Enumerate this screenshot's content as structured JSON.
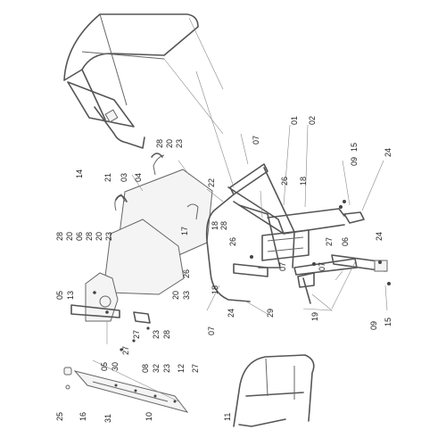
{
  "callouts": [
    {
      "id": "c14",
      "text": "14"
    },
    {
      "id": "c07a",
      "text": "07"
    },
    {
      "id": "c01",
      "text": "01"
    },
    {
      "id": "c02",
      "text": "02"
    },
    {
      "id": "c15a",
      "text": "15"
    },
    {
      "id": "c09a",
      "text": "09"
    },
    {
      "id": "c24a",
      "text": "24"
    },
    {
      "id": "c28a",
      "text": "28"
    },
    {
      "id": "c20a",
      "text": "20"
    },
    {
      "id": "c23a",
      "text": "23"
    },
    {
      "id": "c21",
      "text": "21"
    },
    {
      "id": "c03",
      "text": "03"
    },
    {
      "id": "c04",
      "text": "04"
    },
    {
      "id": "c22",
      "text": "22"
    },
    {
      "id": "c26a",
      "text": "26"
    },
    {
      "id": "c18a",
      "text": "18"
    },
    {
      "id": "c18b",
      "text": "18"
    },
    {
      "id": "c28b",
      "text": "28"
    },
    {
      "id": "c26b",
      "text": "26"
    },
    {
      "id": "c17",
      "text": "17"
    },
    {
      "id": "c28c",
      "text": "28"
    },
    {
      "id": "c20b",
      "text": "20"
    },
    {
      "id": "c06a",
      "text": "06"
    },
    {
      "id": "c28d",
      "text": "28"
    },
    {
      "id": "c20c",
      "text": "20"
    },
    {
      "id": "c23b",
      "text": "23"
    },
    {
      "id": "c27a",
      "text": "27"
    },
    {
      "id": "c06b",
      "text": "06"
    },
    {
      "id": "c24b",
      "text": "24"
    },
    {
      "id": "c07b",
      "text": "07"
    },
    {
      "id": "c07c",
      "text": "07"
    },
    {
      "id": "c26c",
      "text": "26"
    },
    {
      "id": "c18c",
      "text": "18"
    },
    {
      "id": "c05a",
      "text": "05"
    },
    {
      "id": "c13",
      "text": "13"
    },
    {
      "id": "c20d",
      "text": "20"
    },
    {
      "id": "c33",
      "text": "33"
    },
    {
      "id": "c07d",
      "text": "07"
    },
    {
      "id": "c24c",
      "text": "24"
    },
    {
      "id": "c29",
      "text": "29"
    },
    {
      "id": "c19",
      "text": "19"
    },
    {
      "id": "c09b",
      "text": "09"
    },
    {
      "id": "c15b",
      "text": "15"
    },
    {
      "id": "c27b",
      "text": "27"
    },
    {
      "id": "c23c",
      "text": "23"
    },
    {
      "id": "c28e",
      "text": "28"
    },
    {
      "id": "c05b",
      "text": "05"
    },
    {
      "id": "c30",
      "text": "30"
    },
    {
      "id": "c27c",
      "text": "27"
    },
    {
      "id": "c08",
      "text": "08"
    },
    {
      "id": "c32",
      "text": "32"
    },
    {
      "id": "c23d",
      "text": "23"
    },
    {
      "id": "c12",
      "text": "12"
    },
    {
      "id": "c27d",
      "text": "27"
    },
    {
      "id": "c25",
      "text": "25"
    },
    {
      "id": "c16",
      "text": "16"
    },
    {
      "id": "c31",
      "text": "31"
    },
    {
      "id": "c10",
      "text": "10"
    },
    {
      "id": "c11",
      "text": "11"
    }
  ]
}
